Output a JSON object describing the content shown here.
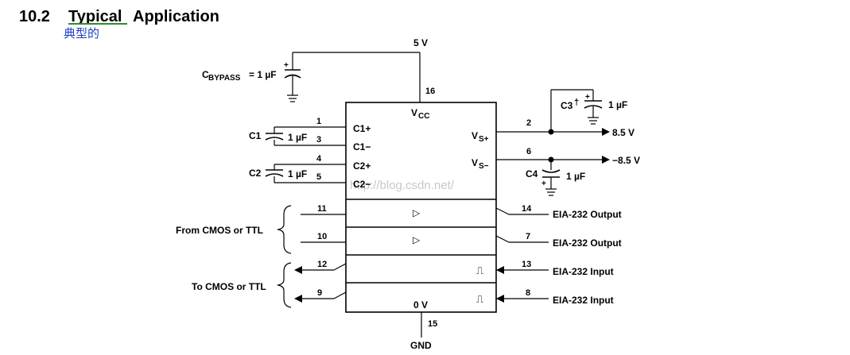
{
  "header": {
    "section_number": "10.2",
    "title_word1": "Typical",
    "title_word2": "Application",
    "subtitle": "典型的"
  },
  "power": {
    "supply": "5 V",
    "vcc_pin": "16",
    "vcc_label": "V",
    "vcc_sub": "CC",
    "gnd_pin": "15",
    "gnd_label": "GND",
    "ov_label": "0 V"
  },
  "bypass": {
    "label_main": "C",
    "label_sub": "BYPASS",
    "value": " = 1 µF",
    "polarity": "+"
  },
  "capacitors": {
    "c1": {
      "name": "C1",
      "value": "1 µF",
      "pin_top": "1",
      "pin_bottom": "3",
      "pos_label": "C1+",
      "neg_label": "C1−"
    },
    "c2": {
      "name": "C2",
      "value": "1 µF",
      "pin_top": "4",
      "pin_bottom": "5",
      "pos_label": "C2+",
      "neg_label": "C2−"
    },
    "c3": {
      "name": "C3",
      "dagger": "†",
      "value": "1 µF",
      "polarity": "+"
    },
    "c4": {
      "name": "C4",
      "value": "1 µF",
      "polarity": "+"
    }
  },
  "outputs": {
    "vs_plus": {
      "label": "V",
      "sub": "S+",
      "pin": "2",
      "voltage": "8.5 V"
    },
    "vs_minus": {
      "label": "V",
      "sub": "S−",
      "pin": "6",
      "voltage": "−8.5 V"
    }
  },
  "drivers": [
    {
      "in_pin": "11",
      "out_pin": "14",
      "out_label": "EIA-232 Output",
      "glyph": "▷"
    },
    {
      "in_pin": "10",
      "out_pin": "7",
      "out_label": "EIA-232 Output",
      "glyph": "▷"
    }
  ],
  "receivers": [
    {
      "in_pin": "13",
      "out_pin": "12",
      "in_label": "EIA-232 Input",
      "glyph": "⎍"
    },
    {
      "in_pin": "8",
      "out_pin": "9",
      "in_label": "EIA-232 Input",
      "glyph": "⎍"
    }
  ],
  "side_labels": {
    "from": "From CMOS or TTL",
    "to": "To CMOS or TTL"
  },
  "watermark": "http://blog.csdn.net/",
  "colors": {
    "line": "#000000",
    "subtitle": "#1a3fc4",
    "underline": "#2e8b2e",
    "watermark": "#c8c8c8"
  }
}
